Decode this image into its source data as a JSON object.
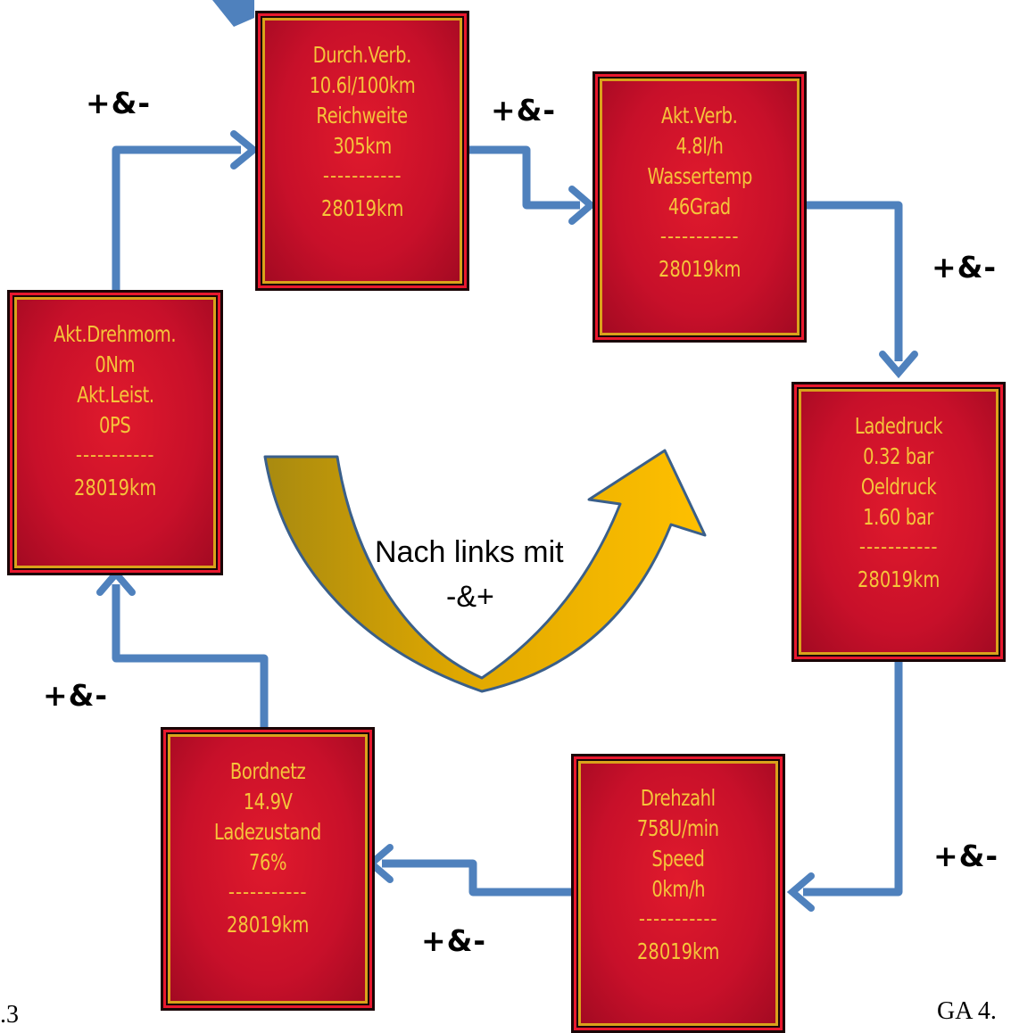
{
  "panels": [
    {
      "lines": [
        "Durch.Verb.",
        "10.6l/100km",
        "Reichweite",
        "305km"
      ],
      "dashes": "-----------",
      "odometer": "28019km"
    },
    {
      "lines": [
        "Akt.Verb.",
        "4.8l/h",
        "Wassertemp",
        "46Grad"
      ],
      "dashes": "-----------",
      "odometer": "28019km"
    },
    {
      "lines": [
        "Ladedruck",
        "0.32 bar",
        "Oeldruck",
        "1.60 bar"
      ],
      "dashes": "-----------",
      "odometer": "28019km"
    },
    {
      "lines": [
        "Drehzahl",
        "758U/min",
        "Speed",
        "0km/h"
      ],
      "dashes": "-----------",
      "odometer": "28019km"
    },
    {
      "lines": [
        "Bordnetz",
        "14.9V",
        "Ladezustand",
        "76%"
      ],
      "dashes": "-----------",
      "odometer": "28019km"
    },
    {
      "lines": [
        "Akt.Drehmom.",
        "0Nm",
        "Akt.Leist.",
        "0PS"
      ],
      "dashes": "-----------",
      "odometer": "28019km"
    }
  ],
  "step_labels": [
    "+&-",
    "+&-",
    "+&-",
    "+&-",
    "+&-",
    "+&-"
  ],
  "center": {
    "line1": "Nach links mit",
    "line2": "-&+"
  },
  "corner_left": ".3",
  "corner_right": "GA 4.",
  "colors": {
    "arrow": "#4f81bd",
    "curve": "#f0b400",
    "panel": "#c8102a",
    "digits": "#f5c43a"
  }
}
